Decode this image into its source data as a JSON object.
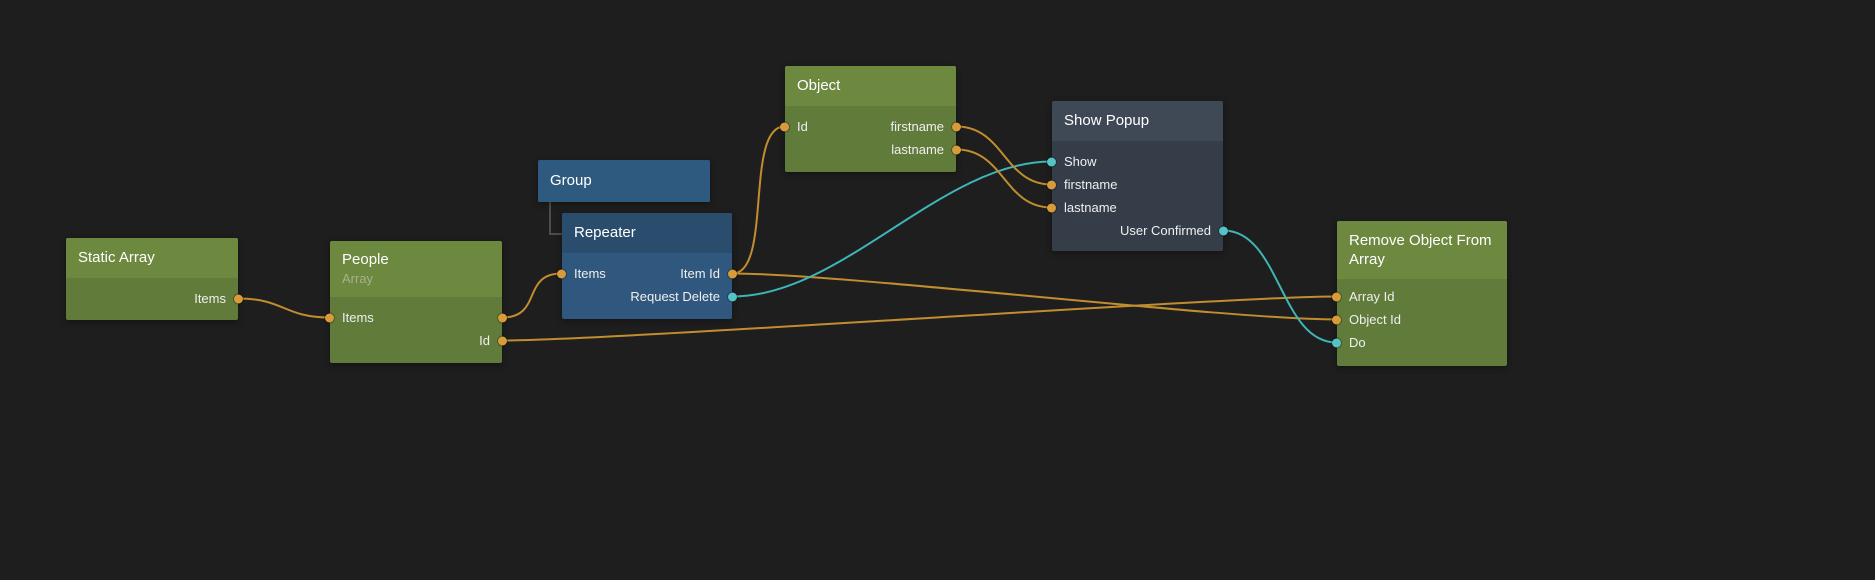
{
  "canvas": {
    "background": "#1e1e1e"
  },
  "colors": {
    "orange": "#c08d2f",
    "teal": "#3fb5b7",
    "port_orange": "#d89b3a",
    "port_teal": "#53c3c5",
    "hierarchy_line": "#4d4d4d",
    "node_green": "#617b3a",
    "node_blue": "#30577d",
    "node_popup": "#353d49"
  },
  "nodes": [
    {
      "id": "static-array",
      "title": "Static Array",
      "outputs": [
        {
          "id": "items",
          "label": "Items",
          "color": "orange"
        }
      ]
    },
    {
      "id": "people",
      "title": "People",
      "subtitle": "Array",
      "inputs": [
        {
          "id": "items",
          "label": "Items",
          "color": "orange"
        }
      ],
      "outputs": [
        {
          "id": "id",
          "label": "Id",
          "color": "orange"
        }
      ]
    },
    {
      "id": "group",
      "title": "Group"
    },
    {
      "id": "repeater",
      "title": "Repeater",
      "inputs": [
        {
          "id": "items",
          "label": "Items",
          "color": "orange"
        }
      ],
      "outputs": [
        {
          "id": "item-id",
          "label": "Item Id",
          "color": "orange"
        },
        {
          "id": "request-delete",
          "label": "Request Delete",
          "color": "teal"
        }
      ]
    },
    {
      "id": "object",
      "title": "Object",
      "inputs": [
        {
          "id": "id",
          "label": "Id",
          "color": "orange"
        }
      ],
      "outputs": [
        {
          "id": "firstname",
          "label": "firstname",
          "color": "orange"
        },
        {
          "id": "lastname",
          "label": "lastname",
          "color": "orange"
        }
      ]
    },
    {
      "id": "show-popup",
      "title": "Show Popup",
      "inputs": [
        {
          "id": "show",
          "label": "Show",
          "color": "teal"
        },
        {
          "id": "firstname",
          "label": "firstname",
          "color": "orange"
        },
        {
          "id": "lastname",
          "label": "lastname",
          "color": "orange"
        }
      ],
      "outputs": [
        {
          "id": "user-confirmed",
          "label": "User Confirmed",
          "color": "teal"
        }
      ]
    },
    {
      "id": "remove-object",
      "title": "Remove Object From Array",
      "inputs": [
        {
          "id": "array-id",
          "label": "Array Id",
          "color": "orange"
        },
        {
          "id": "object-id",
          "label": "Object Id",
          "color": "orange"
        },
        {
          "id": "do",
          "label": "Do",
          "color": "teal"
        }
      ]
    }
  ],
  "connections": [
    {
      "from": "static-array.items",
      "to": "people.items",
      "color": "orange"
    },
    {
      "from": "people.items-out",
      "to": "repeater.items",
      "color": "orange"
    },
    {
      "from": "people.id",
      "to": "remove-object.array-id",
      "color": "orange"
    },
    {
      "from": "repeater.item-id",
      "to": "object.id",
      "color": "orange"
    },
    {
      "from": "repeater.item-id",
      "to": "remove-object.object-id",
      "color": "orange"
    },
    {
      "from": "repeater.request-delete",
      "to": "show-popup.show",
      "color": "teal"
    },
    {
      "from": "object.firstname",
      "to": "show-popup.firstname",
      "color": "orange"
    },
    {
      "from": "object.lastname",
      "to": "show-popup.lastname",
      "color": "orange"
    },
    {
      "from": "show-popup.user-confirmed",
      "to": "remove-object.do",
      "color": "teal"
    }
  ],
  "hierarchy": [
    {
      "parent": "group",
      "child": "repeater"
    }
  ]
}
